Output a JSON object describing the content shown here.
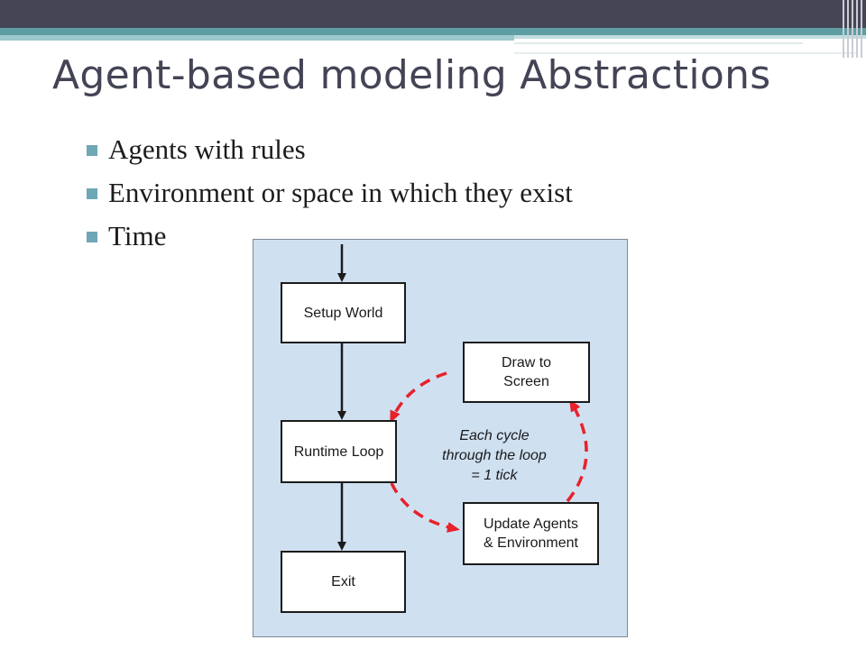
{
  "slide": {
    "title": "Agent-based modeling Abstractions",
    "bullets": [
      "Agents with rules",
      "Environment or space in which they exist",
      "Time"
    ]
  },
  "diagram": {
    "boxes": {
      "setup": "Setup World",
      "runtime": "Runtime Loop",
      "exit": "Exit",
      "draw": "Draw to\nScreen",
      "update": "Update Agents\n& Environment"
    },
    "loop_note": "Each cycle\nthrough the loop\n= 1 tick",
    "colors": {
      "background": "#cfe0f1",
      "loop_arrow": "#e8212b",
      "box_border": "#1b1b1b"
    }
  }
}
